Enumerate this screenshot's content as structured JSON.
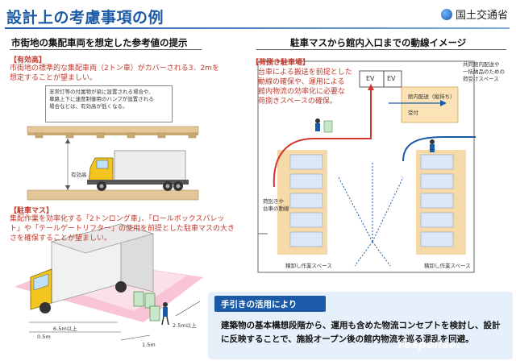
{
  "header": {
    "title": "設計上の考慮事項の例",
    "ministry": "国土交通省"
  },
  "left": {
    "heading": "市街地の集配車両を想定した参考値の提示",
    "height_label": "【有効高】",
    "height_text_1": "市街地の標準的な集配車両（2トン車）がカバーされる3．2mを",
    "height_text_2": "想定することが望ましい。",
    "note_1": "非常灯等の付属物が梁に設置される場合や、",
    "note_2": "車路上下に速度制御用のハンプが設置される",
    "note_3": "場合などは、有効高が低くなる。",
    "effective_height": "有効高",
    "parking_label": "【駐車マス】",
    "parking_text_1": "集配作業を効率化する「2トンロング車」、「ロールボックスパレッ",
    "parking_text_2": "ト」や「テールゲートリフター」の使用を前提とした駐車マスの大き",
    "parking_text_3": "さを確保することが望ましい。",
    "dim_length": "6.5m以上",
    "dim_width": "2.5m以上",
    "dim_clear": "1.5m",
    "dim_small": "0.5m"
  },
  "right": {
    "heading": "駐車マスから館内入口までの動線イメージ",
    "flow_label": "【荷捌き駐車場】",
    "flow_text_1": "台車による搬送を前提とした",
    "flow_text_2": "動線の確保や、運用による",
    "flow_text_3": "館内物流の効率化に必要な",
    "flow_text_4": "荷捌きスペースの確保。",
    "ev_1": "EV",
    "ev_2": "EV",
    "shared_1": "共同館内配送や",
    "shared_2": "一括納品のための",
    "shared_3": "荷受けスペース",
    "inbound": "館内配送（縦持ち）",
    "receive": "受付",
    "cart_1": "荷別きや",
    "cart_2": "台車の動線",
    "unload_left": "積卸し作業スペース",
    "unload_right": "積卸し作業スペース"
  },
  "manual": {
    "tag": "手引きの活用により",
    "text": "建築物の基本構想段階から、運用も含めた物流コンセプトを検討し、設計に反映することで、施設オープン後の館内物流を巡る混乱を回避。"
  },
  "watermark": "response."
}
